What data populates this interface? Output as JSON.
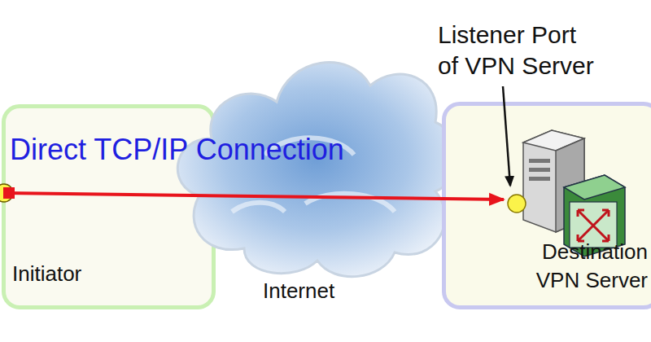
{
  "diagram": {
    "nodes": [
      {
        "text": [
          "Initiator"
        ]
      },
      {
        "text": [
          "Internet"
        ]
      },
      {
        "text": [
          "Destination VPN Server"
        ]
      }
    ],
    "edges": [
      {
        "from": 0,
        "to": 2,
        "arrow": "to",
        "label": "Direct TCP/IP Connection"
      }
    ],
    "labels": [
      "Listener Port of VPN Server"
    ]
  }
}
